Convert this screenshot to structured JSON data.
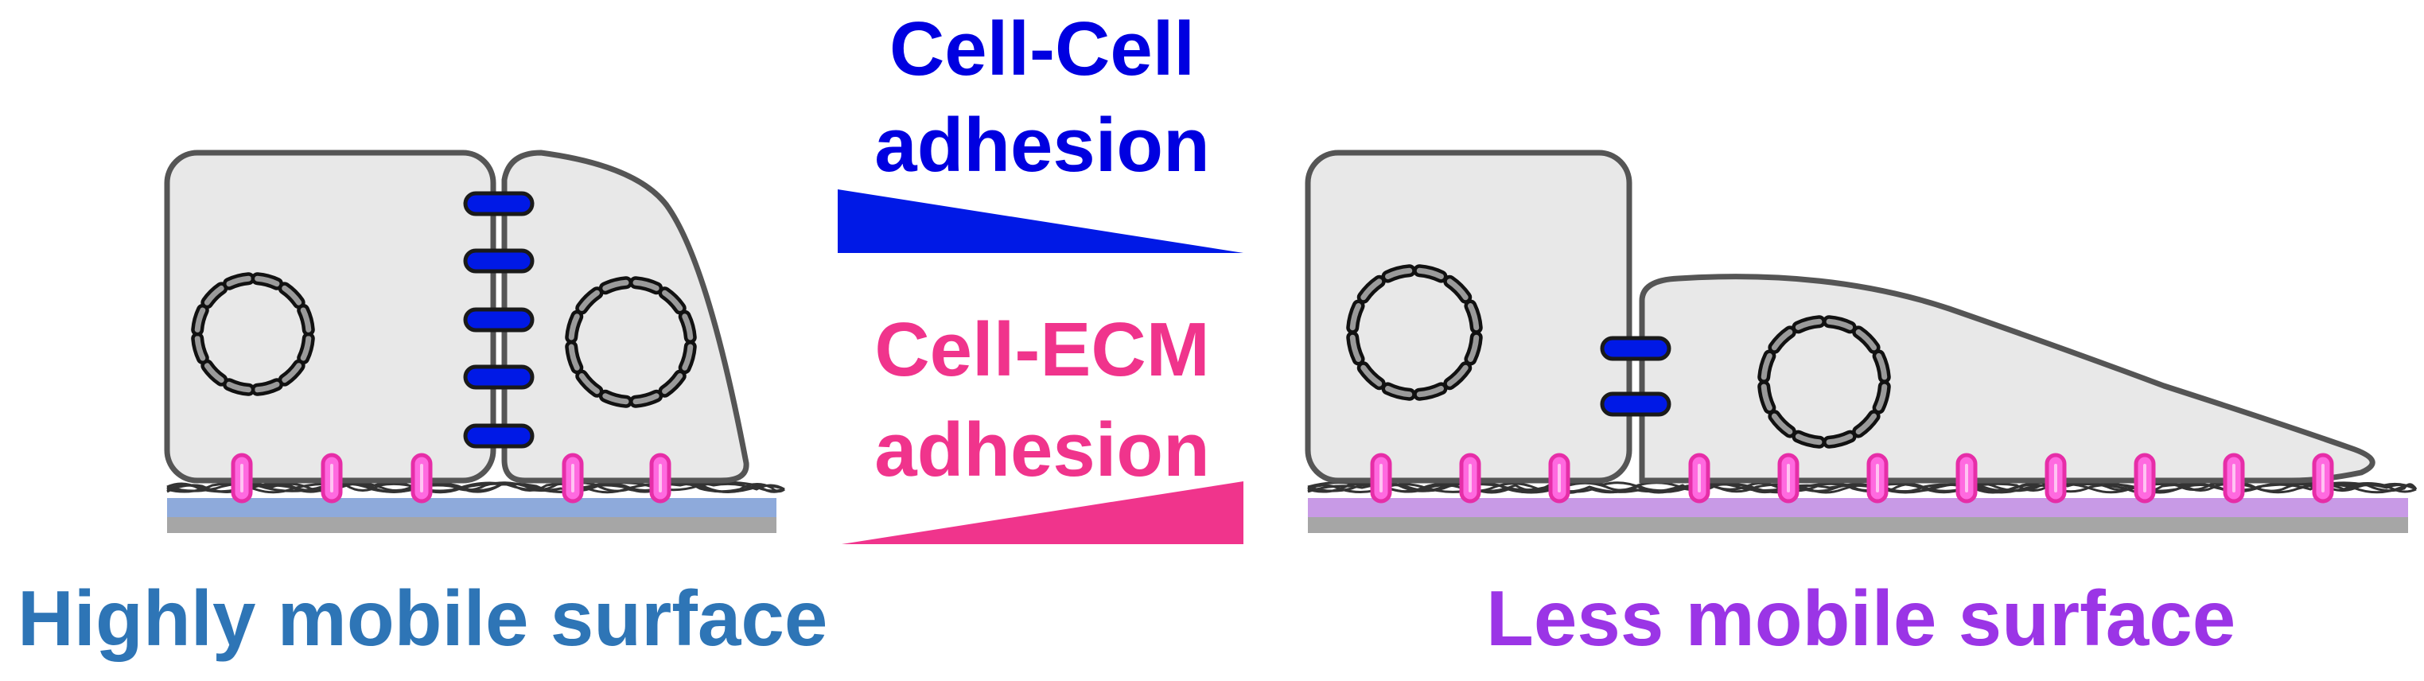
{
  "colors": {
    "cell_fill": "#e8e8e8",
    "cell_stroke": "#555555",
    "cadherin": "#0019e6",
    "integrin": "#ff6ae0",
    "integrin_stroke": "#e62ea8",
    "fiber": "#333333",
    "base": "#a6a6a6",
    "left_surface": "#8eaadb",
    "right_surface": "#c89ae6",
    "cell_cell_text": "#0000e0",
    "cell_ecm_text": "#f0348c",
    "left_title": "#2e75b6",
    "right_title": "#9b35e6",
    "wedge_blue": "#0019e6",
    "wedge_pink": "#f0348c"
  },
  "legend": {
    "cell_cell_line1": "Cell-Cell",
    "cell_cell_line2": "adhesion",
    "cell_ecm_line1": "Cell-ECM",
    "cell_ecm_line2": "adhesion"
  },
  "panels": {
    "left_title": "Highly mobile surface",
    "right_title": "Less mobile surface"
  },
  "icons": {
    "cadherin": "cadherin-junction-icon",
    "integrin": "integrin-adhesion-icon",
    "nucleus": "nucleus-icon"
  }
}
